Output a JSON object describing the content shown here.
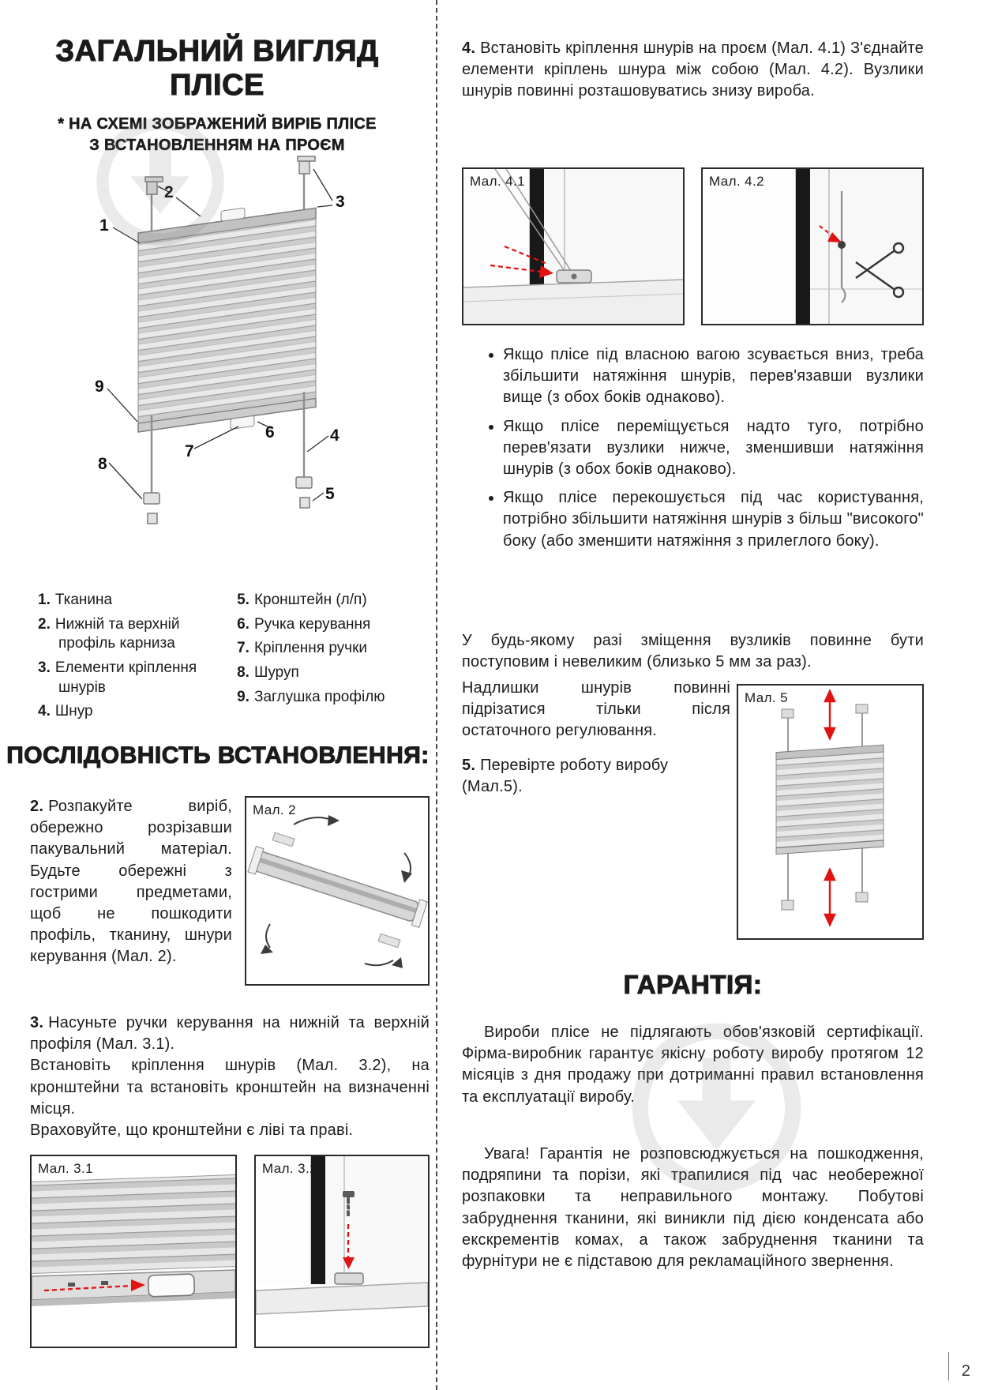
{
  "page": {
    "number": "2"
  },
  "left": {
    "title1": "ЗАГАЛЬНИЙ ВИГЛЯД",
    "title2": "ПЛІСЕ",
    "note1": "* НА СХЕМІ ЗОБРАЖЕНИЙ ВИРІБ ПЛІСЕ",
    "note2": "З ВСТАНОВЛЕННЯМ НА ПРОЄМ",
    "callouts": [
      "1",
      "2",
      "3",
      "4",
      "5",
      "6",
      "7",
      "8",
      "9"
    ],
    "legend1": [
      {
        "n": "1.",
        "t": "Тканина"
      },
      {
        "n": "2.",
        "t": "Нижній та верхній профіль карниза"
      },
      {
        "n": "3.",
        "t": "Елементи кріплення шнурів"
      },
      {
        "n": "4.",
        "t": "Шнур"
      }
    ],
    "legend2": [
      {
        "n": "5.",
        "t": "Кронштейн (л/п)"
      },
      {
        "n": "6.",
        "t": "Ручка керування"
      },
      {
        "n": "7.",
        "t": "Кріплення ручки"
      },
      {
        "n": "8.",
        "t": "Шуруп"
      },
      {
        "n": "9.",
        "t": "Заглушка профілю"
      }
    ],
    "install_title": "ПОСЛІДОВНІСТЬ ВСТАНОВЛЕННЯ:",
    "step2_n": "2.",
    "step2_t": "Розпакуйте виріб, обережно розрізавши пакувальний матеріал. Будьте обережні з гострими предметами, щоб не пошкодити профіль, тканину, шнури керування (Мал. 2).",
    "fig2": "Мал. 2",
    "step3_n": "3.",
    "step3_a": "Насуньте ручки керування на нижній та верхній профіля (Мал. 3.1).",
    "step3_b": "Встановіть кріплення шнурів (Мал. 3.2), на кронштейни та встановіть кронштейн на визначенні місця.",
    "step3_c": "Враховуйте, що кронштейни є ліві та праві.",
    "fig31": "Мал. 3.1",
    "fig32": "Мал. 3.2"
  },
  "right": {
    "step4_n": "4.",
    "step4_t": "Встановіть кріплення шнурів на проєм (Мал. 4.1) З'єднайте елементи кріплень шнура між собою (Мал. 4.2). Вузлики шнурів повинні розташовуватись знизу вироба.",
    "fig41": "Мал. 4.1",
    "fig42": "Мал. 4.2",
    "bullets": [
      "Якщо плісе під власною вагою зсувається вниз, треба збільшити натяжіння шнурів, перев'язавши вузлики вище (з обох боків однаково).",
      "Якщо плісе переміщується надто туго, потрібно перев'язати вузлики нижче, зменшивши натяжіння шнурів (з обох боків однаково).",
      "Якщо плісе перекошується під час користування, потрібно збільшити натяжіння шнурів з більш \"високого\" боку (або зменшити натяжіння з прилеглого боку)."
    ],
    "note1": "У будь-якому разі зміщення вузликів повинне бути поступовим і невеликим (близько 5 мм за раз).",
    "note2": "Надлишки шнурів повинні підрізатися тільки після остаточного регулювання.",
    "step5_n": "5.",
    "step5_t": "Перевірте роботу виробу (Мал.5).",
    "fig5": "Мал. 5",
    "warranty_title": "ГАРАНТІЯ:",
    "warranty_p1": "Вироби плісе не підлягають обов'язковій сертифікації. Фірма-виробник гарантує якісну роботу виробу протягом 12 місяців з дня продажу при дотриманні правил встановлення та експлуатації виробу.",
    "warranty_p2": "Увага! Гарантія не розповсюджується на пошкодження, подряпини та порізи, які трапилися під час необережної розпаковки та неправильного монтажу. Побутові забруднення тканини, які виникли під дією конденсата або екскрементів комах, а також забруднення тканини та фурнітури не є підставою для рекламаційного звернення."
  }
}
